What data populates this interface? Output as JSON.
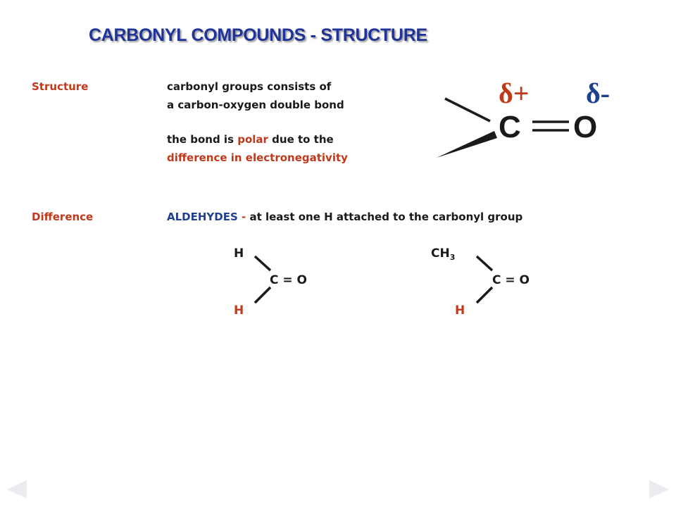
{
  "title": "CARBONYL COMPOUNDS - STRUCTURE",
  "structure": {
    "label": "Structure",
    "line1": "carbonyl groups consists of",
    "line2": "a carbon-oxygen double bond",
    "line3_before": "the bond is ",
    "line3_highlight": "polar",
    "line3_after": " due to the",
    "line4": "difference in electronegativity"
  },
  "diagram": {
    "delta_plus": "δ+",
    "delta_minus": "δ-",
    "carbon": "C",
    "oxygen": "O"
  },
  "difference": {
    "label": "Difference",
    "term": "ALDEHYDES",
    "separator": " - ",
    "description": "at least one H attached to the carbonyl group"
  },
  "formaldehyde": {
    "top": "H",
    "center": "C = O",
    "bottom": "H"
  },
  "acetaldehyde": {
    "top_main": "CH",
    "top_sub": "3",
    "center": "C = O",
    "bottom": "H"
  },
  "colors": {
    "title": "#1f3399",
    "accent_red": "#c0391b",
    "accent_navy": "#1f3f8f",
    "nav_arrow": "#ececf0"
  }
}
